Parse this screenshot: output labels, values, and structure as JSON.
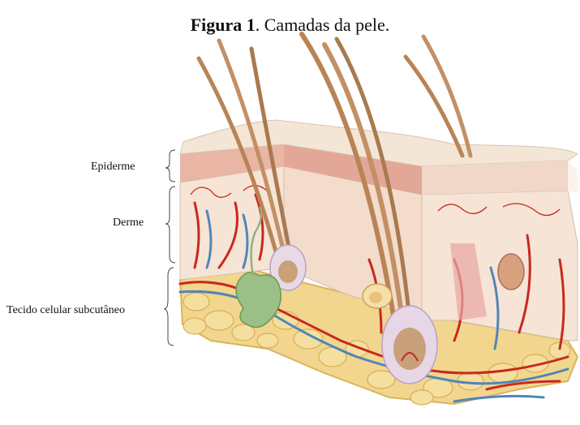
{
  "caption": {
    "prefix": "Figura 1",
    "text": ". Camadas da pele."
  },
  "labels": {
    "epidermis": "Epiderme",
    "dermis": "Derme",
    "subcutaneous": "Tecido celular subcutâneo"
  },
  "colors": {
    "epidermis_top": "#f4e6d6",
    "epidermis_band": "#e9b6a5",
    "dermis": "#f6e4d6",
    "dermis_dark": "#e8c9b3",
    "fat": "#f2d68e",
    "fat_edge": "#d9b45d",
    "artery": "#c8281f",
    "vein": "#4f86b8",
    "hair": "#b88456",
    "gland": "#9bbf86"
  }
}
